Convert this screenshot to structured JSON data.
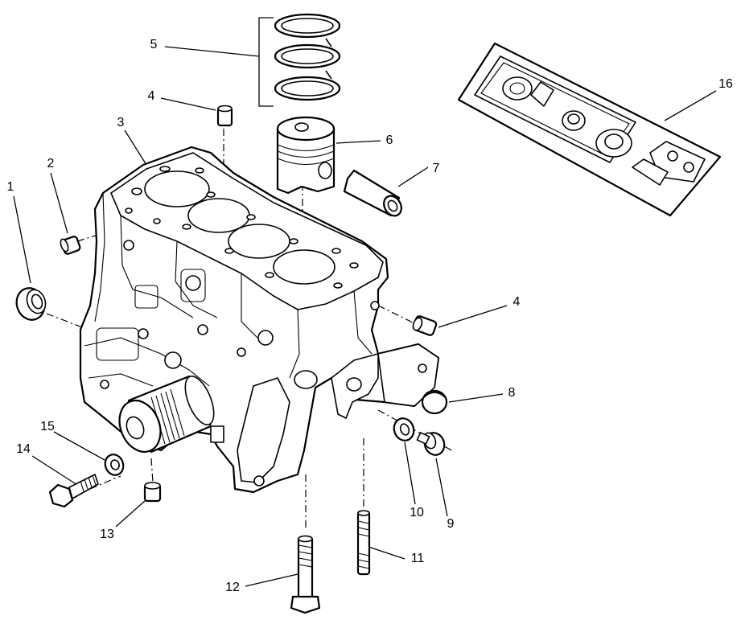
{
  "figure": {
    "callouts": [
      {
        "id": "c1",
        "text": "1"
      },
      {
        "id": "c2",
        "text": "2"
      },
      {
        "id": "c3",
        "text": "3"
      },
      {
        "id": "c4a",
        "text": "4"
      },
      {
        "id": "c4b",
        "text": "4"
      },
      {
        "id": "c5",
        "text": "5"
      },
      {
        "id": "c6",
        "text": "6"
      },
      {
        "id": "c7",
        "text": "7"
      },
      {
        "id": "c8",
        "text": "8"
      },
      {
        "id": "c9",
        "text": "9"
      },
      {
        "id": "c10",
        "text": "10"
      },
      {
        "id": "c11",
        "text": "11"
      },
      {
        "id": "c12",
        "text": "12"
      },
      {
        "id": "c13",
        "text": "13"
      },
      {
        "id": "c14",
        "text": "14"
      },
      {
        "id": "c15",
        "text": "15"
      },
      {
        "id": "c16",
        "text": "16"
      }
    ]
  }
}
